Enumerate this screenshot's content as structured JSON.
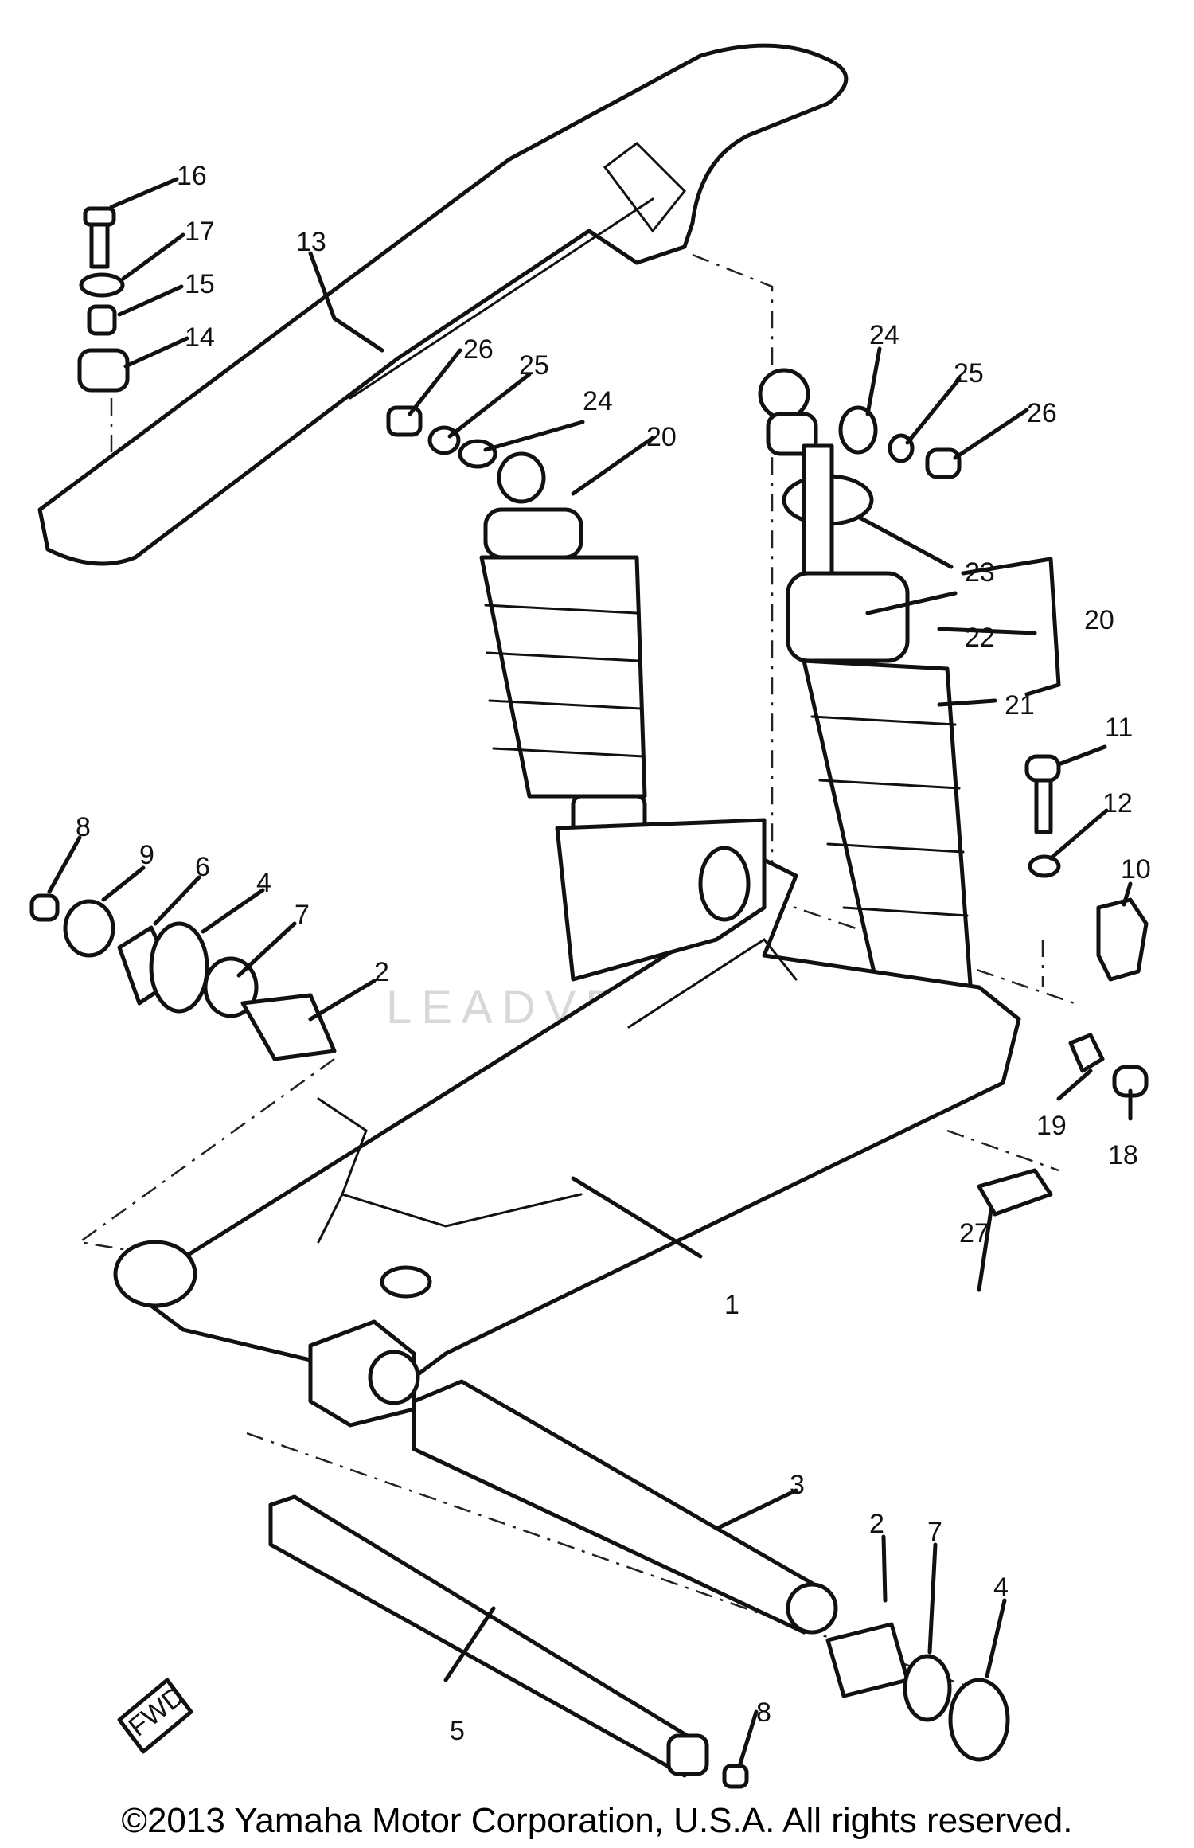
{
  "watermark": "LEADVENTURE",
  "copyright": "©2013 Yamaha Motor Corporation, U.S.A. All rights reserved.",
  "fwd_badge": "FWD",
  "callouts": [
    {
      "id": "1",
      "text": "1"
    },
    {
      "id": "2a",
      "text": "2"
    },
    {
      "id": "2b",
      "text": "2"
    },
    {
      "id": "3",
      "text": "3"
    },
    {
      "id": "4a",
      "text": "4"
    },
    {
      "id": "4b",
      "text": "4"
    },
    {
      "id": "5",
      "text": "5"
    },
    {
      "id": "6",
      "text": "6"
    },
    {
      "id": "7a",
      "text": "7"
    },
    {
      "id": "7b",
      "text": "7"
    },
    {
      "id": "8a",
      "text": "8"
    },
    {
      "id": "8b",
      "text": "8"
    },
    {
      "id": "9",
      "text": "9"
    },
    {
      "id": "10",
      "text": "10"
    },
    {
      "id": "11",
      "text": "11"
    },
    {
      "id": "12",
      "text": "12"
    },
    {
      "id": "13",
      "text": "13"
    },
    {
      "id": "14",
      "text": "14"
    },
    {
      "id": "15",
      "text": "15"
    },
    {
      "id": "16",
      "text": "16"
    },
    {
      "id": "17",
      "text": "17"
    },
    {
      "id": "18",
      "text": "18"
    },
    {
      "id": "19",
      "text": "19"
    },
    {
      "id": "20a",
      "text": "20"
    },
    {
      "id": "20b",
      "text": "20"
    },
    {
      "id": "21",
      "text": "21"
    },
    {
      "id": "22",
      "text": "22"
    },
    {
      "id": "23",
      "text": "23"
    },
    {
      "id": "24a",
      "text": "24"
    },
    {
      "id": "24b",
      "text": "24"
    },
    {
      "id": "25a",
      "text": "25"
    },
    {
      "id": "25b",
      "text": "25"
    },
    {
      "id": "26a",
      "text": "26"
    },
    {
      "id": "26b",
      "text": "26"
    },
    {
      "id": "27",
      "text": "27"
    }
  ]
}
